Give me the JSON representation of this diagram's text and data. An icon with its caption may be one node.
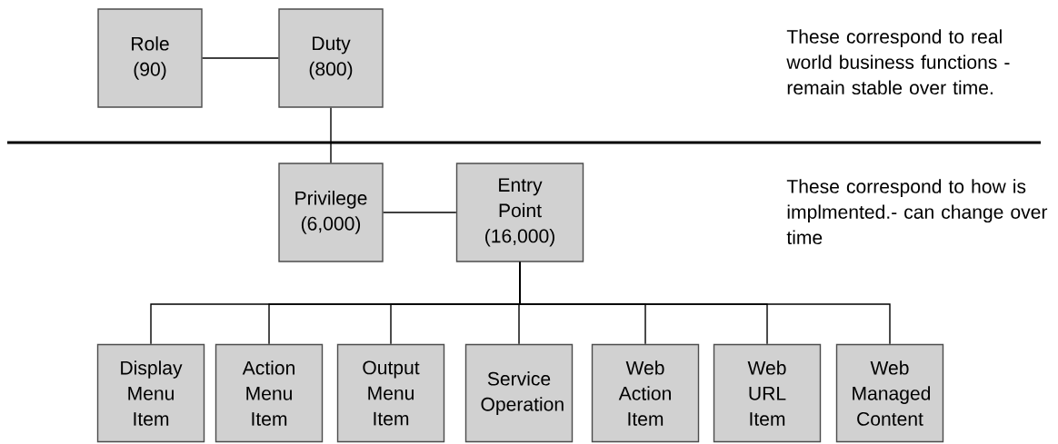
{
  "diagram": {
    "nodes": [
      {
        "text": [
          "Role",
          "(90)"
        ]
      },
      {
        "text": [
          "Duty",
          "(800)"
        ]
      },
      {
        "text": [
          "Privilege",
          "(6,000)"
        ]
      },
      {
        "text": [
          "Entry Point",
          "(16,000)"
        ]
      },
      {
        "text": [
          "Display Menu Item"
        ]
      },
      {
        "text": [
          "Action Menu Item"
        ]
      },
      {
        "text": [
          "Output Menu Item"
        ]
      },
      {
        "text": [
          "Service Operation"
        ]
      },
      {
        "text": [
          "Web Action Item"
        ]
      },
      {
        "text": [
          "Web URL Item"
        ]
      },
      {
        "text": [
          "Web Managed Content"
        ]
      }
    ],
    "edges": [
      {
        "from": 0,
        "to": 1,
        "arrow": "none"
      },
      {
        "from": 1,
        "to": 2,
        "arrow": "none"
      },
      {
        "from": 2,
        "to": 3,
        "arrow": "none"
      },
      {
        "from": 3,
        "to": 4,
        "arrow": "none"
      },
      {
        "from": 3,
        "to": 5,
        "arrow": "none"
      },
      {
        "from": 3,
        "to": 6,
        "arrow": "none"
      },
      {
        "from": 3,
        "to": 7,
        "arrow": "none"
      },
      {
        "from": 3,
        "to": 8,
        "arrow": "none"
      },
      {
        "from": 3,
        "to": 9,
        "arrow": "none"
      },
      {
        "from": 3,
        "to": 10,
        "arrow": "none"
      }
    ],
    "labels": [
      "These correspond to real world business functions - remain stable over time.",
      "These correspond to how is implmented.- can change over time"
    ]
  }
}
